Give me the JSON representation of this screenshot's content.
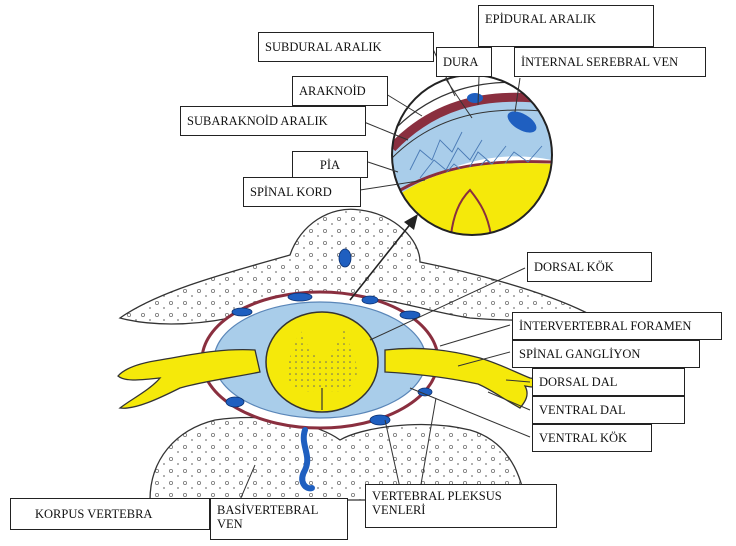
{
  "figure": {
    "labels": {
      "epidural_aralik": "EPİDURAL ARALIK",
      "subdural_aralik": "SUBDURAL ARALIK",
      "dura": "DURA",
      "internal_serebral_ven": "İNTERNAL SEREBRAL VEN",
      "araknoid": "ARAKNOİD",
      "subaraknoid_aralik": "SUBARAKNOİD ARALIK",
      "pia": "PİA",
      "spinal_kord": "SPİNAL KORD",
      "dorsal_kok": "DORSAL KÖK",
      "intervertebral_foramen": "İNTERVERTEBRAL FORAMEN",
      "spinal_gangliyon": "SPİNAL GANGLİYON",
      "dorsal_dal": "DORSAL DAL",
      "ventral_dal": "VENTRAL DAL",
      "ventral_kok": "VENTRAL KÖK",
      "korpus_vertebra": "KORPUS VERTEBRA",
      "basivertebral_ven": "BASİVERTEBRAL\nVEN",
      "vertebral_pleksus_venleri": "VERTEBRAL PLEKSUS\nVENLERİ"
    },
    "colors": {
      "spinal_cord": "#f5e90a",
      "vein": "#1f5fc0",
      "dura": "#8a2f3f",
      "subarachnoid": "#a9cdea",
      "outline": "#222222"
    }
  }
}
